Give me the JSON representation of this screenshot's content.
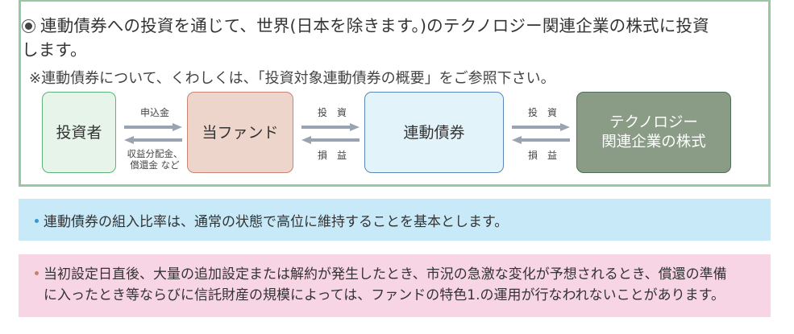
{
  "headline": {
    "bullet_icon": "circled-dot-icon",
    "line1": "連動債券への投資を通じて、世界(日本を除きます。)のテクノロジー関連企業の株式に投資",
    "line2": "します。"
  },
  "note": "※連動債券について、くわしくは、「投資対象連動債券の概要」をご参照下さい。",
  "flow": {
    "boxes": [
      {
        "label": "投資者"
      },
      {
        "label": "当ファンド"
      },
      {
        "label": "連動債券"
      },
      {
        "label_line1": "テクノロジー",
        "label_line2": "関連企業の株式"
      }
    ],
    "arrows": [
      {
        "forward_label": "申込金",
        "back_label_line1": "収益分配金、",
        "back_label_line2": "償還金 など"
      },
      {
        "forward_label": "投　資",
        "back_label": "損　益"
      },
      {
        "forward_label": "投　資",
        "back_label": "損　益"
      }
    ]
  },
  "info_blue": {
    "text": "連動債券の組入比率は、通常の状態で高位に維持することを基本とします。"
  },
  "info_pink": {
    "line1": "当初設定日直後、大量の追加設定または解約が発生したとき、市況の急激な変化が予想されるとき、償還の準備",
    "line2": "に入ったとき等ならびに信託財産の規模によっては、ファンドの特色1.の運用が行なわれないことがあります。"
  },
  "colors": {
    "main_border": "#98c8a2",
    "investor_box": "#e6f4ea",
    "fund_box": "#eed5cc",
    "bond_box": "#e3f3fa",
    "tech_box": "#8a9c86",
    "arrow": "#9aa3b2",
    "info_blue_bg": "#c8e9f8",
    "info_pink_bg": "#f8d5e5"
  }
}
